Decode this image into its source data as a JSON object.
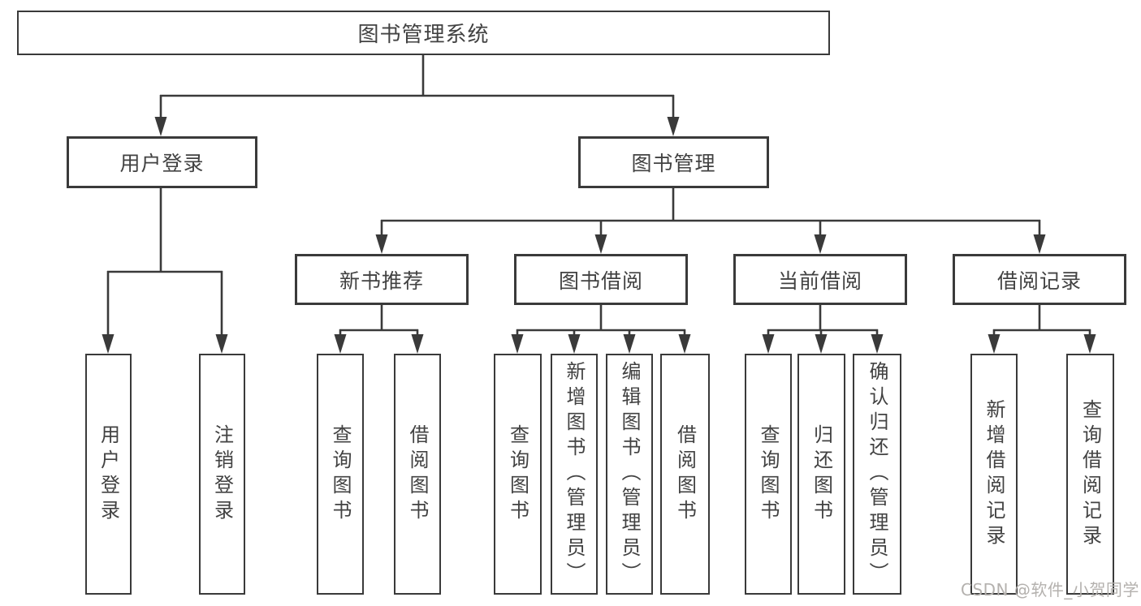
{
  "diagram": {
    "root": {
      "label": "图书管理系统"
    },
    "level1": [
      {
        "label": "用户登录"
      },
      {
        "label": "图书管理"
      }
    ],
    "level2": [
      {
        "label": "新书推荐"
      },
      {
        "label": "图书借阅"
      },
      {
        "label": "当前借阅"
      },
      {
        "label": "借阅记录"
      }
    ],
    "leaves": {
      "user_login": [
        {
          "label": "用户登录"
        },
        {
          "label": "注销登录"
        }
      ],
      "new_books": [
        {
          "label": "查询图书"
        },
        {
          "label": "借阅图书"
        }
      ],
      "borrow": [
        {
          "label": "查询图书"
        },
        {
          "label": "新增图书（管理员）"
        },
        {
          "label": "编辑图书（管理员）"
        },
        {
          "label": "借阅图书"
        }
      ],
      "current": [
        {
          "label": "查询图书"
        },
        {
          "label": "归还图书"
        },
        {
          "label": "确认归还（管理员）"
        }
      ],
      "records": [
        {
          "label": "新增借阅记录"
        },
        {
          "label": "查询借阅记录"
        }
      ]
    }
  },
  "watermark": {
    "text": "CSDN @软件_小贺同学"
  },
  "colors": {
    "line": "#3a3a3a",
    "text": "#424242",
    "watermark": "#b4b1ae",
    "background": "#ffffff"
  }
}
